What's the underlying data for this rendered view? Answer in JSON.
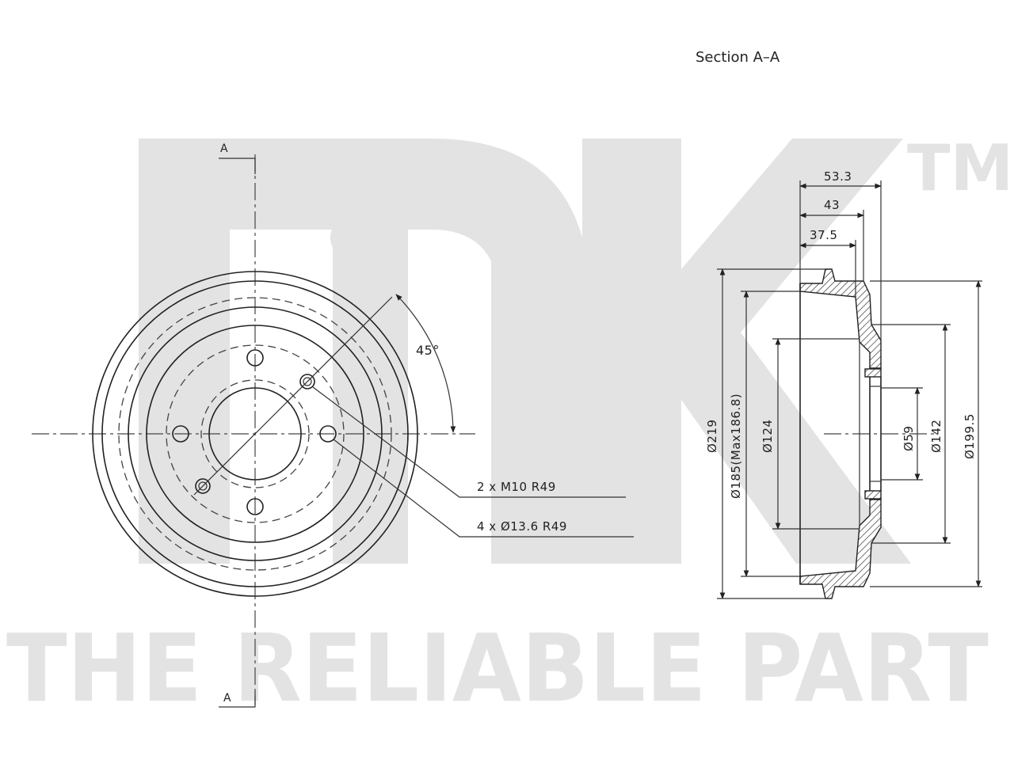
{
  "title": "Section  A–A",
  "watermark": {
    "logo_text": "NK",
    "trademark": "TM",
    "tagline": "THE RELIABLE PART",
    "color": "#e3e3e3"
  },
  "section_markers": {
    "top": "A",
    "bottom": "A"
  },
  "front_view": {
    "angle_label": "45°",
    "callouts": [
      "2  x  M10    R49",
      "4  x  Ø13.6  R49"
    ]
  },
  "section_view": {
    "depth_dims": [
      "53.3",
      "43",
      "37.5"
    ],
    "diameter_dims": {
      "outer": "Ø219",
      "drum_inner": "Ø185(Max186.8)",
      "hub_flange": "Ø124",
      "center_bore": "Ø59",
      "hub_outer": "Ø142",
      "shoe_face": "Ø199.5"
    }
  },
  "colors": {
    "line": "#222222",
    "watermark": "#e3e3e3"
  }
}
